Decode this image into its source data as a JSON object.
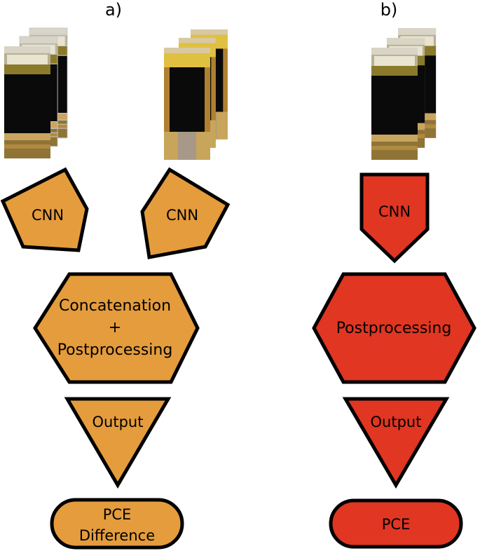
{
  "colors": {
    "orange": "#E49C3C",
    "red": "#E03622",
    "stroke": "#000000"
  },
  "panel_a": {
    "label": "a)",
    "cnn_left": "CNN",
    "cnn_right": "CNN",
    "concat_line1": "Concatenation",
    "concat_line2": "+",
    "concat_line3": "Postprocessing",
    "output": "Output",
    "pce_line1": "PCE",
    "pce_line2": "Difference"
  },
  "panel_b": {
    "label": "b)",
    "cnn": "CNN",
    "postprocessing": "Postprocessing",
    "output": "Output",
    "pce": "PCE"
  }
}
